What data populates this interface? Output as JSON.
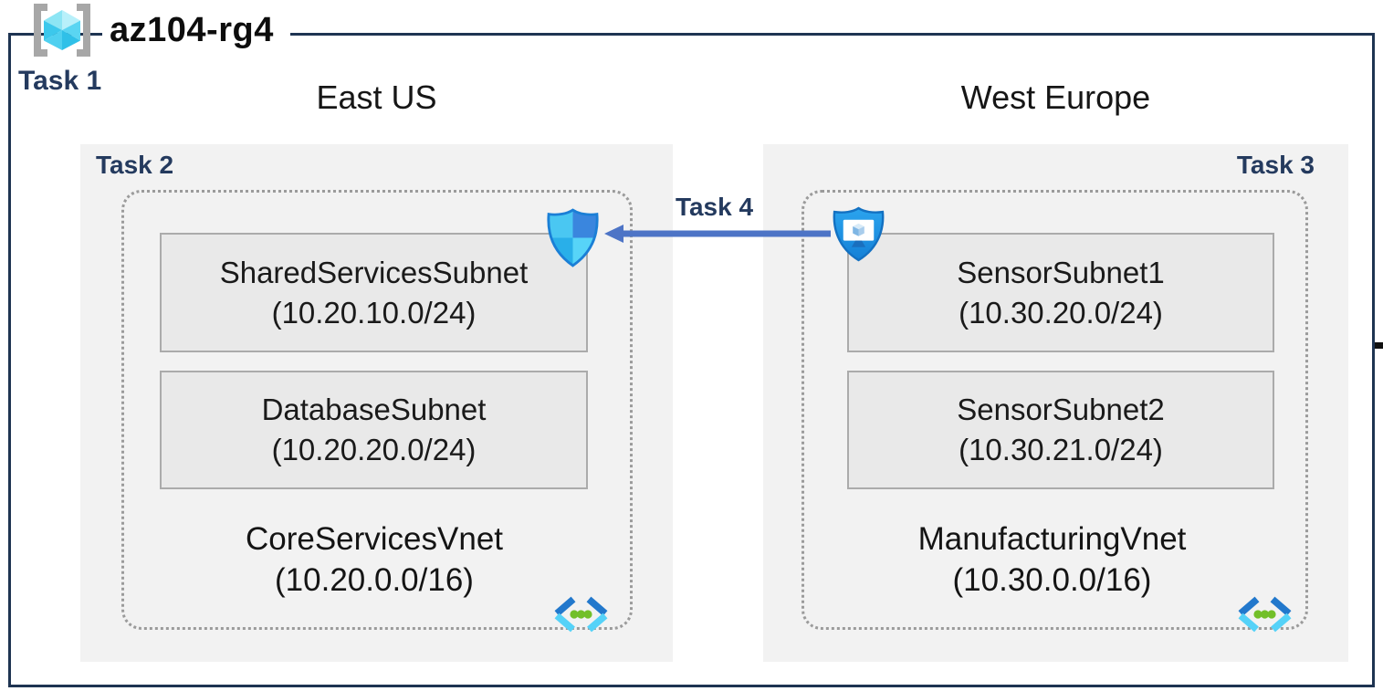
{
  "title": {
    "resource_group": "az104-rg4",
    "task_label": "Task 1"
  },
  "regions": [
    {
      "label": "East US",
      "task_label": "Task 2",
      "vnet": {
        "name": "CoreServicesVnet",
        "address": "(10.20.0.0/16)",
        "subnets": [
          {
            "name": "SharedServicesSubnet",
            "address": "(10.20.10.0/24)"
          },
          {
            "name": "DatabaseSubnet",
            "address": "(10.20.20.0/24)"
          }
        ]
      }
    },
    {
      "label": "West Europe",
      "task_label": "Task 3",
      "vnet": {
        "name": "ManufacturingVnet",
        "address": "(10.30.0.0/16)",
        "subnets": [
          {
            "name": "SensorSubnet1",
            "address": "(10.30.20.0/24)"
          },
          {
            "name": "SensorSubnet2",
            "address": "(10.30.21.0/24)"
          }
        ]
      }
    }
  ],
  "connection": {
    "task_label": "Task 4",
    "direction": "right-to-left"
  },
  "icons": {
    "resource_group": "brackets-cube-icon",
    "left_shield": "network-security-group-icon",
    "right_shield": "application-security-group-icon",
    "vnet": "virtual-network-icon"
  },
  "colors": {
    "border_navy": "#1e3452",
    "task_text": "#243a5e",
    "panel_gray": "#f2f2f2",
    "subnet_fill": "#e9e9e9",
    "subnet_border": "#ababab",
    "dotted_border": "#9b9b9b",
    "arrow_blue": "#4d74c6",
    "vnet_chevron_dark": "#2278cc",
    "vnet_chevron_light": "#55d2f8",
    "vnet_dot_green": "#72bf28",
    "shield_blue": "#2a9ced",
    "cube_cyan": "#55d0f0"
  }
}
